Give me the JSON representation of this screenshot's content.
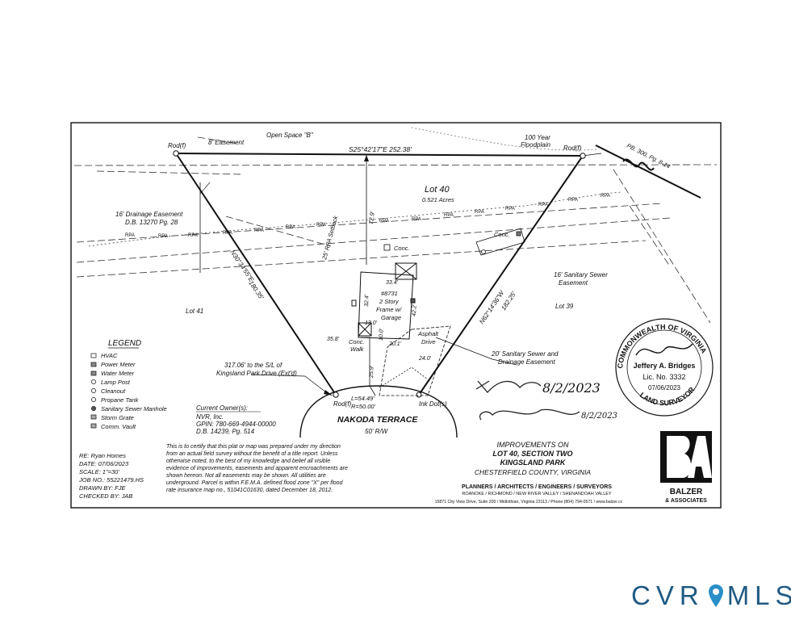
{
  "plat": {
    "labels": {
      "open_space": "Open Space \"B\"",
      "easement_8": "8' Easement",
      "floodplain": [
        "100 Year",
        "Floodplain"
      ],
      "pb_ref": "PB. 300, Pg. 8-14",
      "rod_nw": "Rod(f)",
      "rod_ne": "Rod(f)",
      "rod_sw": "Rod(f)",
      "ink_dot": "Ink Dot(s)",
      "north_bearing": "S25°42'17\"E  252.38'",
      "lot_name": "Lot 40",
      "lot_area": "0.521 Acres",
      "drainage_easement": [
        "16' Drainage Easement",
        "D.B. 13270 Pg. 28"
      ],
      "rpa": "RPA",
      "rpa_setback": "25' RPA Setback",
      "dist_72_9": "72.9'",
      "conc_1": "Conc.",
      "conc_2": "Conc.",
      "sanitary_easement_16": [
        "16' Sanitary Sewer",
        "Easement"
      ],
      "west_bearing": "N30°34'55\"E",
      "west_dist": "180.35'",
      "east_bearing": "N62°14'36\"W",
      "east_dist": "182.25'",
      "house": [
        "#8731",
        "2 Story",
        "Frame w/",
        "Garage"
      ],
      "dims": [
        "33.4'",
        "32.4'",
        "13.0'",
        "10.0'",
        "20.1'",
        "42.2'",
        "24.0'",
        "35.8'",
        "25.9'"
      ],
      "lot_41": "Lot 41",
      "lot_39": "Lot 39",
      "conc_walk": [
        "Conc.",
        "Walk"
      ],
      "asphalt": [
        "Asphalt",
        "Drive"
      ],
      "sanitary_drain": [
        "20' Sanitary Sewer and",
        "Drainage Easement"
      ],
      "sl_note": [
        "317.06' to the S/L of",
        "Kingsland Park Drive (Ext'd)"
      ],
      "curve": [
        "L=54.49'",
        "R=50.00'"
      ],
      "street": "NAKODA TERRACE",
      "row": "50' R/W"
    },
    "legend": {
      "title": "LEGEND",
      "items": [
        "HVAC",
        "Power Meter",
        "Water Meter",
        "Lamp Post",
        "Cleanout",
        "Propane Tank",
        "Sanitary Sewer Manhole",
        "Storm Grate",
        "Comm. Vault"
      ]
    },
    "owner": {
      "heading": "Current Owner(s):",
      "lines": [
        "NVR, Inc.",
        "GPIN: 780-669-4944-00000",
        "D.B. 14239, Pg. 514"
      ]
    },
    "info": {
      "lines": [
        "RE: Ryan Homes",
        "DATE: 07/06/2023",
        "SCALE: 1\"=30'",
        "JOB NO.: 55221479.HS",
        "DRAWN BY: FJE",
        "CHECKED BY: JAB"
      ]
    },
    "certification": {
      "lines": [
        "This is to certify that this plat or map was prepared under my direction",
        "from an actual field survey without the benefit of a title report. Unless",
        "otherwise noted, to the best of my knowledge and belief all visible",
        "evidence of improvements, easements and apparent encroachments are",
        "shown hereon. Not all easements may be shown.  All utilities are",
        "underground. Parcel is within F.E.M.A. defined flood zone \"X\" per flood",
        "rate insurance map no., 51041C01630, dated December 18, 2012."
      ]
    },
    "title_block": {
      "lines": [
        "IMPROVEMENTS ON",
        "LOT 40, SECTION TWO",
        "KINGSLAND PARK",
        "CHESTERFIELD COUNTY, VIRGINIA"
      ],
      "firm_services": "PLANNERS / ARCHITECTS / ENGINEERS / SURVEYORS",
      "firm_regions": "ROANOKE / RICHMOND / NEW RIVER VALLEY / SHENANDOAH VALLEY",
      "firm_address": "15871 City View Drive, Suite 200 / Midlothian, Virginia 23113 / Phone (804) 794-0571 / www.balzer.cc"
    },
    "seal": {
      "arc_top": "COMMONWEALTH OF VIRGINIA",
      "name": "Jeffery A. Bridges",
      "lic": "Lic. No. 3332",
      "date": "07/06/2023",
      "arc_bottom": "LAND SURVEYOR"
    },
    "signatures": {
      "date_1": "8/2/2023",
      "date_2": "8/2/2023"
    },
    "firm_logo": {
      "name": "BALZER",
      "sub": "& ASSOCIATES"
    }
  },
  "watermark": {
    "text_left": "CVR",
    "text_right": "MLS",
    "color": "#1f5a82"
  }
}
